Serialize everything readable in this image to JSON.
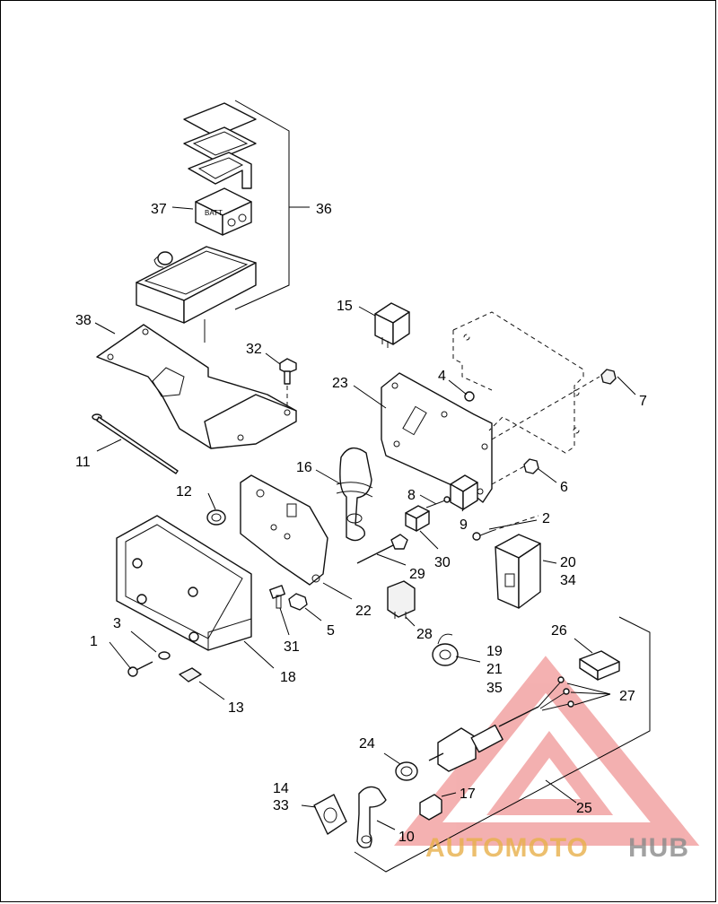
{
  "callouts": [
    {
      "id": "c1",
      "text": "1"
    },
    {
      "id": "c2",
      "text": "2"
    },
    {
      "id": "c3",
      "text": "3"
    },
    {
      "id": "c4",
      "text": "4"
    },
    {
      "id": "c5",
      "text": "5"
    },
    {
      "id": "c6",
      "text": "6"
    },
    {
      "id": "c7",
      "text": "7"
    },
    {
      "id": "c8",
      "text": "8"
    },
    {
      "id": "c9",
      "text": "9"
    },
    {
      "id": "c10",
      "text": "10"
    },
    {
      "id": "c11",
      "text": "11"
    },
    {
      "id": "c12",
      "text": "12"
    },
    {
      "id": "c13",
      "text": "13"
    },
    {
      "id": "c14",
      "text": "14"
    },
    {
      "id": "c33",
      "text": "33"
    },
    {
      "id": "c15",
      "text": "15"
    },
    {
      "id": "c16",
      "text": "16"
    },
    {
      "id": "c17",
      "text": "17"
    },
    {
      "id": "c18",
      "text": "18"
    },
    {
      "id": "c19",
      "text": "19"
    },
    {
      "id": "c21",
      "text": "21"
    },
    {
      "id": "c35",
      "text": "35"
    },
    {
      "id": "c20",
      "text": "20"
    },
    {
      "id": "c34",
      "text": "34"
    },
    {
      "id": "c22",
      "text": "22"
    },
    {
      "id": "c23",
      "text": "23"
    },
    {
      "id": "c24",
      "text": "24"
    },
    {
      "id": "c25",
      "text": "25"
    },
    {
      "id": "c26",
      "text": "26"
    },
    {
      "id": "c27",
      "text": "27"
    },
    {
      "id": "c28",
      "text": "28"
    },
    {
      "id": "c29",
      "text": "29"
    },
    {
      "id": "c30",
      "text": "30"
    },
    {
      "id": "c31",
      "text": "31"
    },
    {
      "id": "c32",
      "text": "32"
    },
    {
      "id": "c36",
      "text": "36"
    },
    {
      "id": "c37",
      "text": "37"
    },
    {
      "id": "c38",
      "text": "38"
    }
  ],
  "watermark": {
    "part1": "AUTOMOTO",
    "part2": "HUB",
    "color_main": "#f5a0a0",
    "color_accent": "#e8b04a",
    "color_hub": "#8a8a8a"
  }
}
